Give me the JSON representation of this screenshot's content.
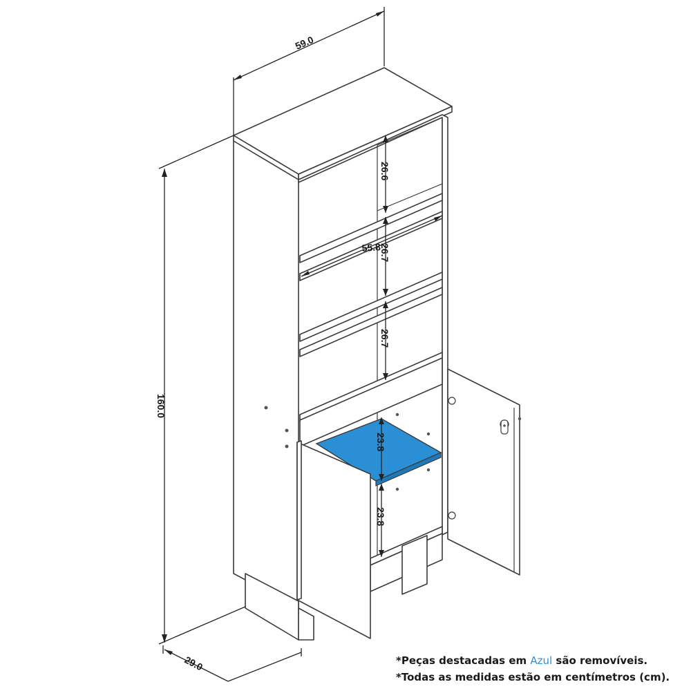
{
  "dimensions": {
    "width": "59.0",
    "height": "160.0",
    "depth": "29.0",
    "inner_width": "55.8",
    "gap_1": "26.6",
    "gap_2": "26.7",
    "gap_3": "26.7",
    "gap_4": "23.8",
    "gap_5": "23.8"
  },
  "colors": {
    "removable_part": "#2b8fd6",
    "outline": "#3a3a3a",
    "highlight_text": "#2b8fd6"
  },
  "notes": {
    "line1_prefix": "*Peças destacadas em ",
    "line1_highlight": "Azul",
    "line1_suffix": " são removíveis.",
    "line2": "*Todas as medidas estão em centímetros (cm)."
  }
}
